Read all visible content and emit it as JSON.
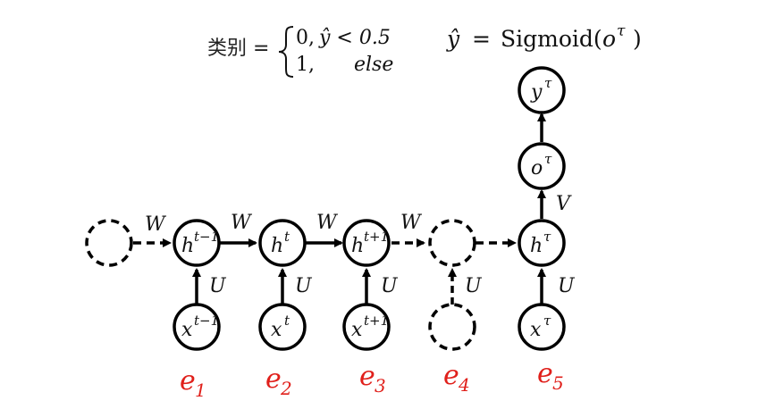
{
  "formula_left": {
    "label": "类别 =",
    "case1_value": "0,",
    "case1_cond": "ŷ < 0.5",
    "case2_value": "1,",
    "case2_cond": "else"
  },
  "formula_right": {
    "lhs": "ŷ",
    "equals": "=",
    "func": "Sigmoid(",
    "arg": "o",
    "arg_sup": "τ",
    "close": ")"
  },
  "nodes": {
    "h1": {
      "base": "h",
      "sup": "t−1"
    },
    "h2": {
      "base": "h",
      "sup": "t"
    },
    "h3": {
      "base": "h",
      "sup": "t+1"
    },
    "h5": {
      "base": "h",
      "sup": "τ"
    },
    "x1": {
      "base": "x",
      "sup": "t−1"
    },
    "x2": {
      "base": "x",
      "sup": "t"
    },
    "x3": {
      "base": "x",
      "sup": "t+1"
    },
    "x5": {
      "base": "x",
      "sup": "τ"
    },
    "o": {
      "base": "o",
      "sup": "τ"
    },
    "y": {
      "base": "y",
      "sup": "τ"
    }
  },
  "edge_labels": {
    "W": "W",
    "U": "U",
    "V": "V"
  },
  "e_labels": [
    {
      "base": "e",
      "sub": "1"
    },
    {
      "base": "e",
      "sub": "2"
    },
    {
      "base": "e",
      "sub": "3"
    },
    {
      "base": "e",
      "sub": "4"
    },
    {
      "base": "e",
      "sub": "5"
    }
  ],
  "colors": {
    "stroke": "#000000",
    "e_label": "#e0201b"
  }
}
